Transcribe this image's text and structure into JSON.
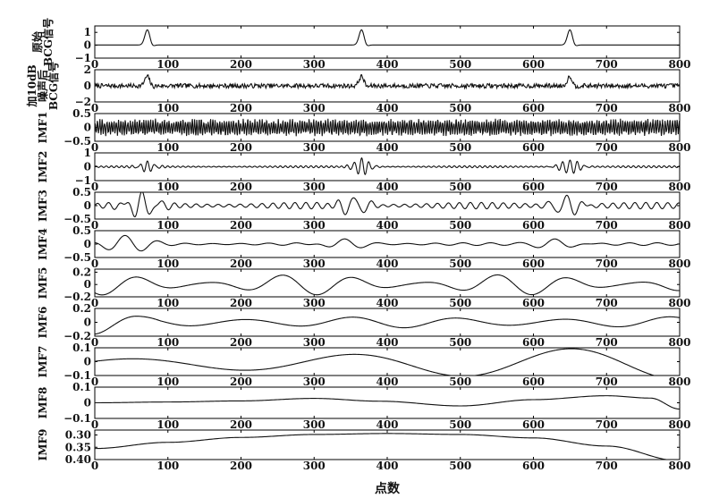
{
  "chart_data": {
    "type": "line",
    "xlabel": "点数",
    "xlim": [
      0,
      800
    ],
    "xticks": [
      "0",
      "100",
      "200",
      "300",
      "400",
      "500",
      "600",
      "700",
      "800"
    ],
    "panels": [
      {
        "ylabel_lines": [
          "原始",
          "BCG信号"
        ],
        "ylim": [
          -1,
          1.5
        ],
        "yticks": [
          {
            "v": 1,
            "t": "1"
          },
          {
            "v": 0,
            "t": "0"
          },
          {
            "v": -1,
            "t": "−1"
          }
        ],
        "series": [
          {
            "kind": "gauss",
            "c": 0.02,
            "pks": [
              [
                72,
                1.2,
                3.5
              ],
              [
                78,
                -0.15,
                3
              ],
              [
                365,
                1.2,
                3.5
              ],
              [
                371,
                -0.15,
                3
              ],
              [
                650,
                1.2,
                3.5
              ],
              [
                656,
                -0.15,
                3
              ]
            ]
          }
        ]
      },
      {
        "ylabel_lines": [
          "加10dB",
          "噪声后",
          "BCG信号"
        ],
        "ylim": [
          -2,
          2
        ],
        "yticks": [
          {
            "v": 2,
            "t": "2"
          },
          {
            "v": 0,
            "t": "0"
          },
          {
            "v": -2,
            "t": "−2"
          }
        ],
        "series": [
          {
            "kind": "gauss",
            "c": 0,
            "pks": [
              [
                72,
                1.2,
                3.5
              ],
              [
                78,
                -0.2,
                3
              ],
              [
                365,
                1.2,
                3.5
              ],
              [
                371,
                -0.2,
                3
              ],
              [
                650,
                1.2,
                3.5
              ],
              [
                656,
                -0.2,
                3
              ]
            ],
            "noise": 0.28,
            "seed": 7
          }
        ]
      },
      {
        "ylabel_lines": [
          "IMF1"
        ],
        "ylim": [
          -0.5,
          0.5
        ],
        "yticks": [
          {
            "v": 0.5,
            "t": "0.5"
          },
          {
            "v": 0,
            "t": "0"
          },
          {
            "v": -0.5,
            "t": "−0.5"
          }
        ],
        "series": [
          {
            "kind": "osc",
            "period": 3.2,
            "amp": 0.22,
            "var": 0.45,
            "seed": 11
          }
        ]
      },
      {
        "ylabel_lines": [
          "IMF2"
        ],
        "ylim": [
          -1,
          1
        ],
        "yticks": [
          {
            "v": 1,
            "t": "1"
          },
          {
            "v": 0,
            "t": "0"
          },
          {
            "v": -1,
            "t": "−1"
          }
        ],
        "series": [
          {
            "kind": "packets",
            "base": 0.07,
            "bperiod": 7,
            "period": 10,
            "pk": [
              [
                72,
                0.35,
                10
              ],
              [
                365,
                0.6,
                10
              ],
              [
                650,
                0.5,
                12
              ]
            ]
          }
        ]
      },
      {
        "ylabel_lines": [
          "IMF3"
        ],
        "ylim": [
          -0.5,
          0.5
        ],
        "yticks": [
          {
            "v": 0.5,
            "t": "0.5"
          },
          {
            "v": 0,
            "t": "0"
          },
          {
            "v": -0.5,
            "t": "−0.5"
          }
        ],
        "series": [
          {
            "kind": "packets",
            "base": 0.12,
            "bperiod": 15,
            "period": 24,
            "pk": [
              [
                65,
                0.42,
                18
              ],
              [
                355,
                0.35,
                16
              ],
              [
                645,
                0.38,
                16
              ]
            ]
          }
        ]
      },
      {
        "ylabel_lines": [
          "IMF4"
        ],
        "ylim": [
          -0.5,
          0.5
        ],
        "yticks": [
          {
            "v": 0.5,
            "t": "0.5"
          },
          {
            "v": 0,
            "t": "0"
          },
          {
            "v": -0.5,
            "t": "−0.5"
          }
        ],
        "series": [
          {
            "kind": "packets",
            "base": 0.05,
            "bperiod": 38,
            "period": 48,
            "pk": [
              [
                40,
                0.3,
                28
              ],
              [
                340,
                0.2,
                24
              ],
              [
                630,
                0.2,
                24
              ]
            ]
          }
        ]
      },
      {
        "ylabel_lines": [
          "IMF5"
        ],
        "ylim": [
          -0.2,
          0.25
        ],
        "yticks": [
          {
            "v": 0.2,
            "t": "0.2"
          },
          {
            "v": 0,
            "t": "0"
          },
          {
            "v": -0.2,
            "t": "−0.2"
          }
        ],
        "series": [
          {
            "kind": "sine",
            "period": 98,
            "phase": 35,
            "amp": 0.1,
            "ampvar": 0.07,
            "varperiod": 290
          }
        ]
      },
      {
        "ylabel_lines": [
          "IMF6"
        ],
        "ylim": [
          -0.2,
          0.2
        ],
        "yticks": [
          {
            "v": 0.2,
            "t": "0.2"
          },
          {
            "v": 0,
            "t": "0"
          },
          {
            "v": -0.2,
            "t": "−0.2"
          }
        ],
        "series": [
          {
            "kind": "sine",
            "period": 145,
            "phase": 25,
            "amp": 0.06,
            "ampvar": 0.02,
            "varperiod": 400,
            "trend": [
              [
                0,
                -0.17
              ],
              [
                60,
                0.12
              ],
              [
                800,
                0.18
              ]
            ]
          }
        ]
      },
      {
        "ylabel_lines": [
          "IMF7"
        ],
        "ylim": [
          -0.1,
          0.1
        ],
        "yticks": [
          {
            "v": 0.1,
            "t": "0.1"
          },
          {
            "v": 0,
            "t": "0"
          },
          {
            "v": -0.1,
            "t": "−0.1"
          }
        ],
        "series": [
          {
            "kind": "sine",
            "period": 300,
            "phase": 275,
            "amp": 0.075,
            "ampvar": -0.04,
            "varperiod": 1600,
            "offset": -0.015
          }
        ]
      },
      {
        "ylabel_lines": [
          "IMF8"
        ],
        "ylim": [
          -0.1,
          0.1
        ],
        "yticks": [
          {
            "v": 0.1,
            "t": "0.1"
          },
          {
            "v": 0,
            "t": "0"
          },
          {
            "v": -0.1,
            "t": "−0.1"
          }
        ],
        "series": [
          {
            "kind": "points",
            "pts": [
              [
                0,
                0
              ],
              [
                100,
                0.005
              ],
              [
                200,
                0.012
              ],
              [
                300,
                0.028
              ],
              [
                390,
                0.01
              ],
              [
                500,
                -0.02
              ],
              [
                600,
                0.02
              ],
              [
                700,
                0.045
              ],
              [
                760,
                0.03
              ],
              [
                800,
                -0.04
              ]
            ]
          }
        ]
      },
      {
        "ylabel_lines": [
          "IMF9"
        ],
        "ylim": [
          0.4,
          0.28
        ],
        "yticks": [
          {
            "v": 0.3,
            "t": "0.30"
          },
          {
            "v": 0.35,
            "t": "0.35"
          },
          {
            "v": 0.4,
            "t": "0.40"
          }
        ],
        "series": [
          {
            "kind": "points",
            "pts": [
              [
                0,
                0.355
              ],
              [
                100,
                0.33
              ],
              [
                200,
                0.31
              ],
              [
                300,
                0.298
              ],
              [
                400,
                0.294
              ],
              [
                500,
                0.298
              ],
              [
                600,
                0.312
              ],
              [
                700,
                0.345
              ],
              [
                800,
                0.405
              ]
            ]
          }
        ]
      }
    ]
  }
}
